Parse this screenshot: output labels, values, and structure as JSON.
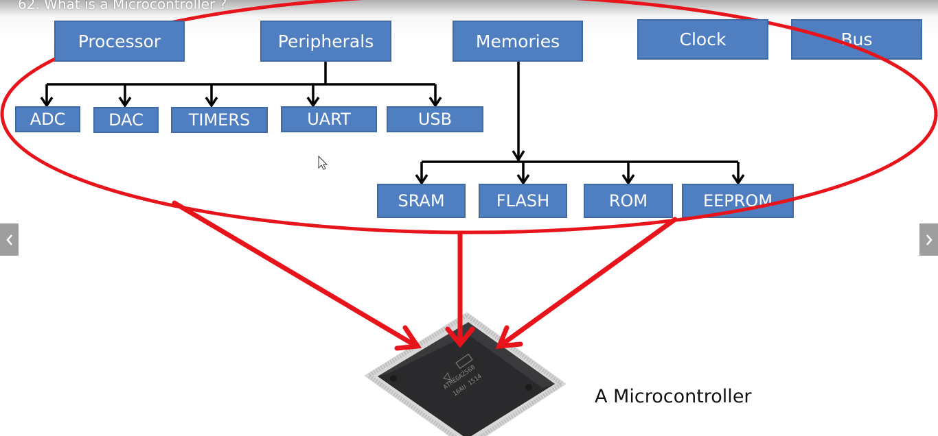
{
  "video_title": "62. What is a Microcontroller ?",
  "top_blocks": {
    "processor": "Processor",
    "peripherals": "Peripherals",
    "memories": "Memories",
    "clock": "Clock",
    "bus": "Bus"
  },
  "peripherals": {
    "adc": "ADC",
    "dac": "DAC",
    "timers": "TIMERS",
    "uart": "UART",
    "usb": "USB"
  },
  "memories": {
    "sram": "SRAM",
    "flash": "FLASH",
    "rom": "ROM",
    "eeprom": "EEPROM"
  },
  "chip": {
    "label": "A Microcontroller",
    "marking": [
      "ATMEGA2560",
      "16AU 1514"
    ]
  },
  "navigation": {
    "prev_icon": "chevron-left-icon",
    "next_icon": "chevron-right-icon"
  },
  "colors": {
    "box_fill": "#4f7fc0",
    "box_border": "#3f6aa5",
    "connector": "#000000",
    "ellipse_arrows": "#e8141b",
    "nav_button": "#9e9e9e"
  }
}
